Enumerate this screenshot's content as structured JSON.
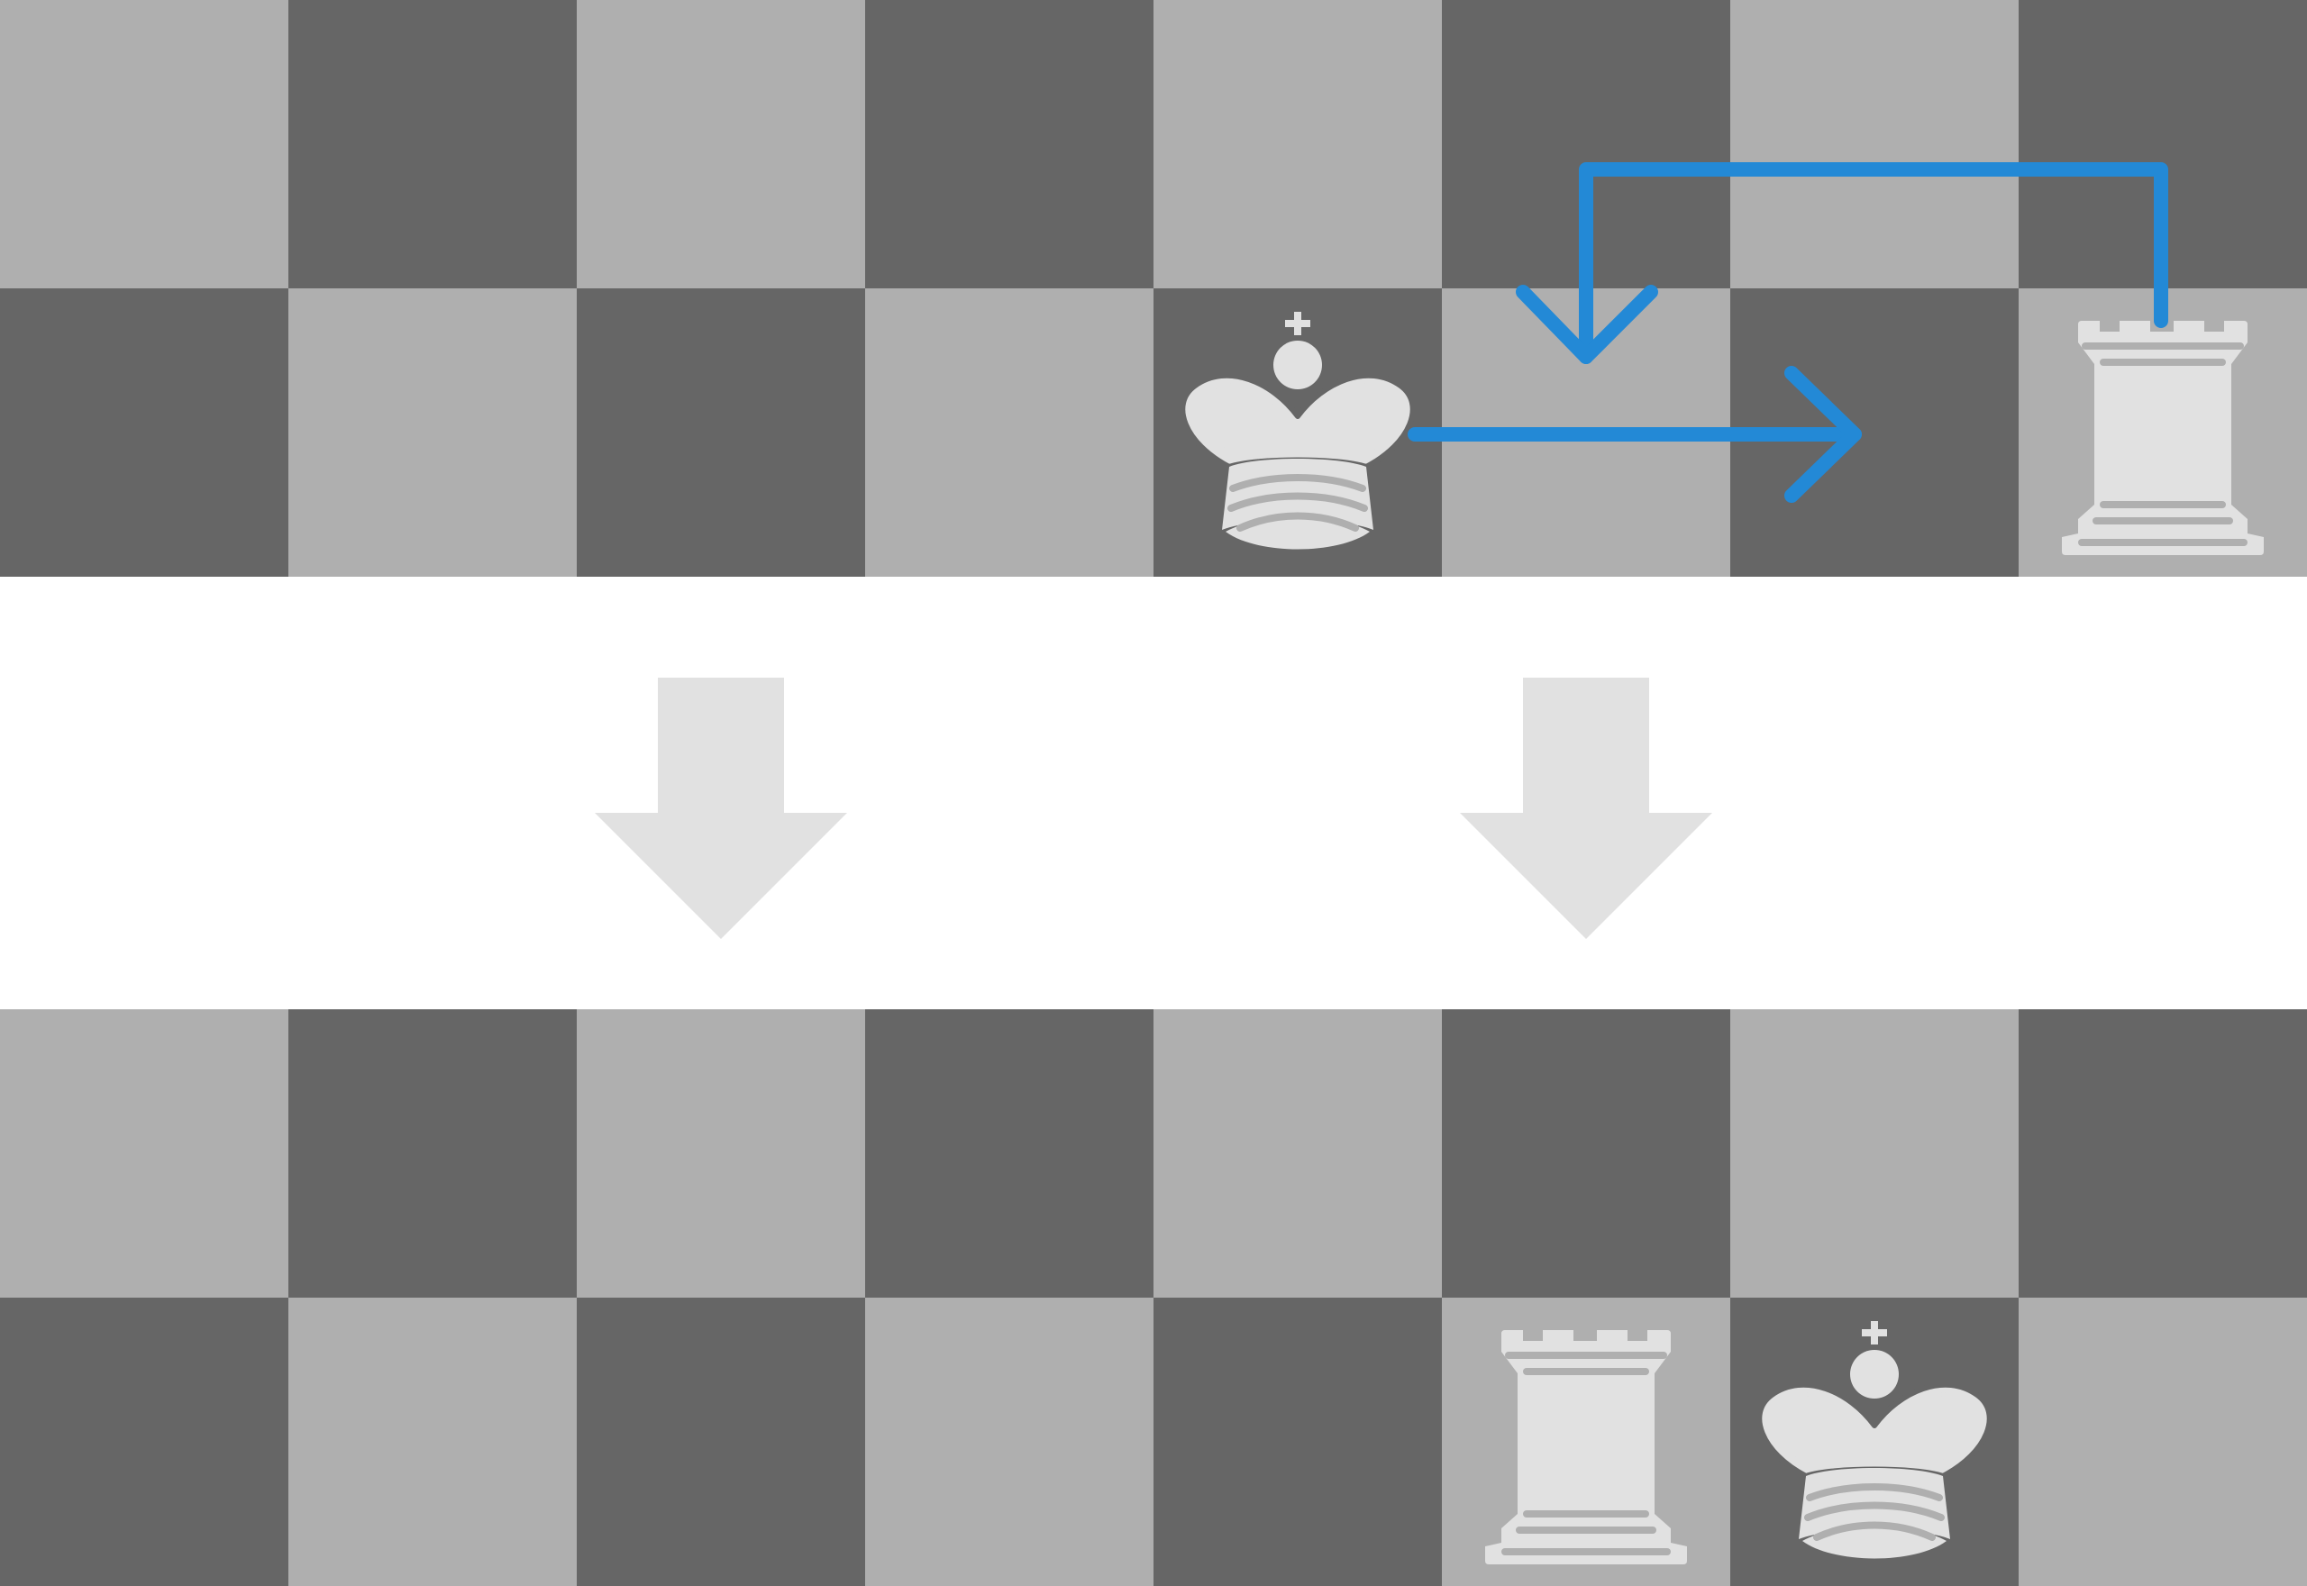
{
  "diagram": {
    "board_colors": {
      "light": "#afafaf",
      "dark": "#666666"
    },
    "piece_color": "#e1e1e1",
    "arrow_color": "#2389d6",
    "flow_arrow_color": "#e1e1e1",
    "before": {
      "pieces": [
        {
          "name": "white-king",
          "icon": "chess-king-icon"
        },
        {
          "name": "white-rook",
          "icon": "chess-rook-icon"
        }
      ],
      "moves": [
        {
          "piece": "king",
          "direction": "right",
          "squares": 2
        },
        {
          "piece": "rook",
          "direction": "left-over-king",
          "squares": 2
        }
      ]
    },
    "transition": {
      "icon": "down-arrow-icon",
      "count": 2
    },
    "after": {
      "pieces": [
        {
          "name": "white-rook",
          "icon": "chess-rook-icon"
        },
        {
          "name": "white-king",
          "icon": "chess-king-icon"
        }
      ]
    }
  }
}
